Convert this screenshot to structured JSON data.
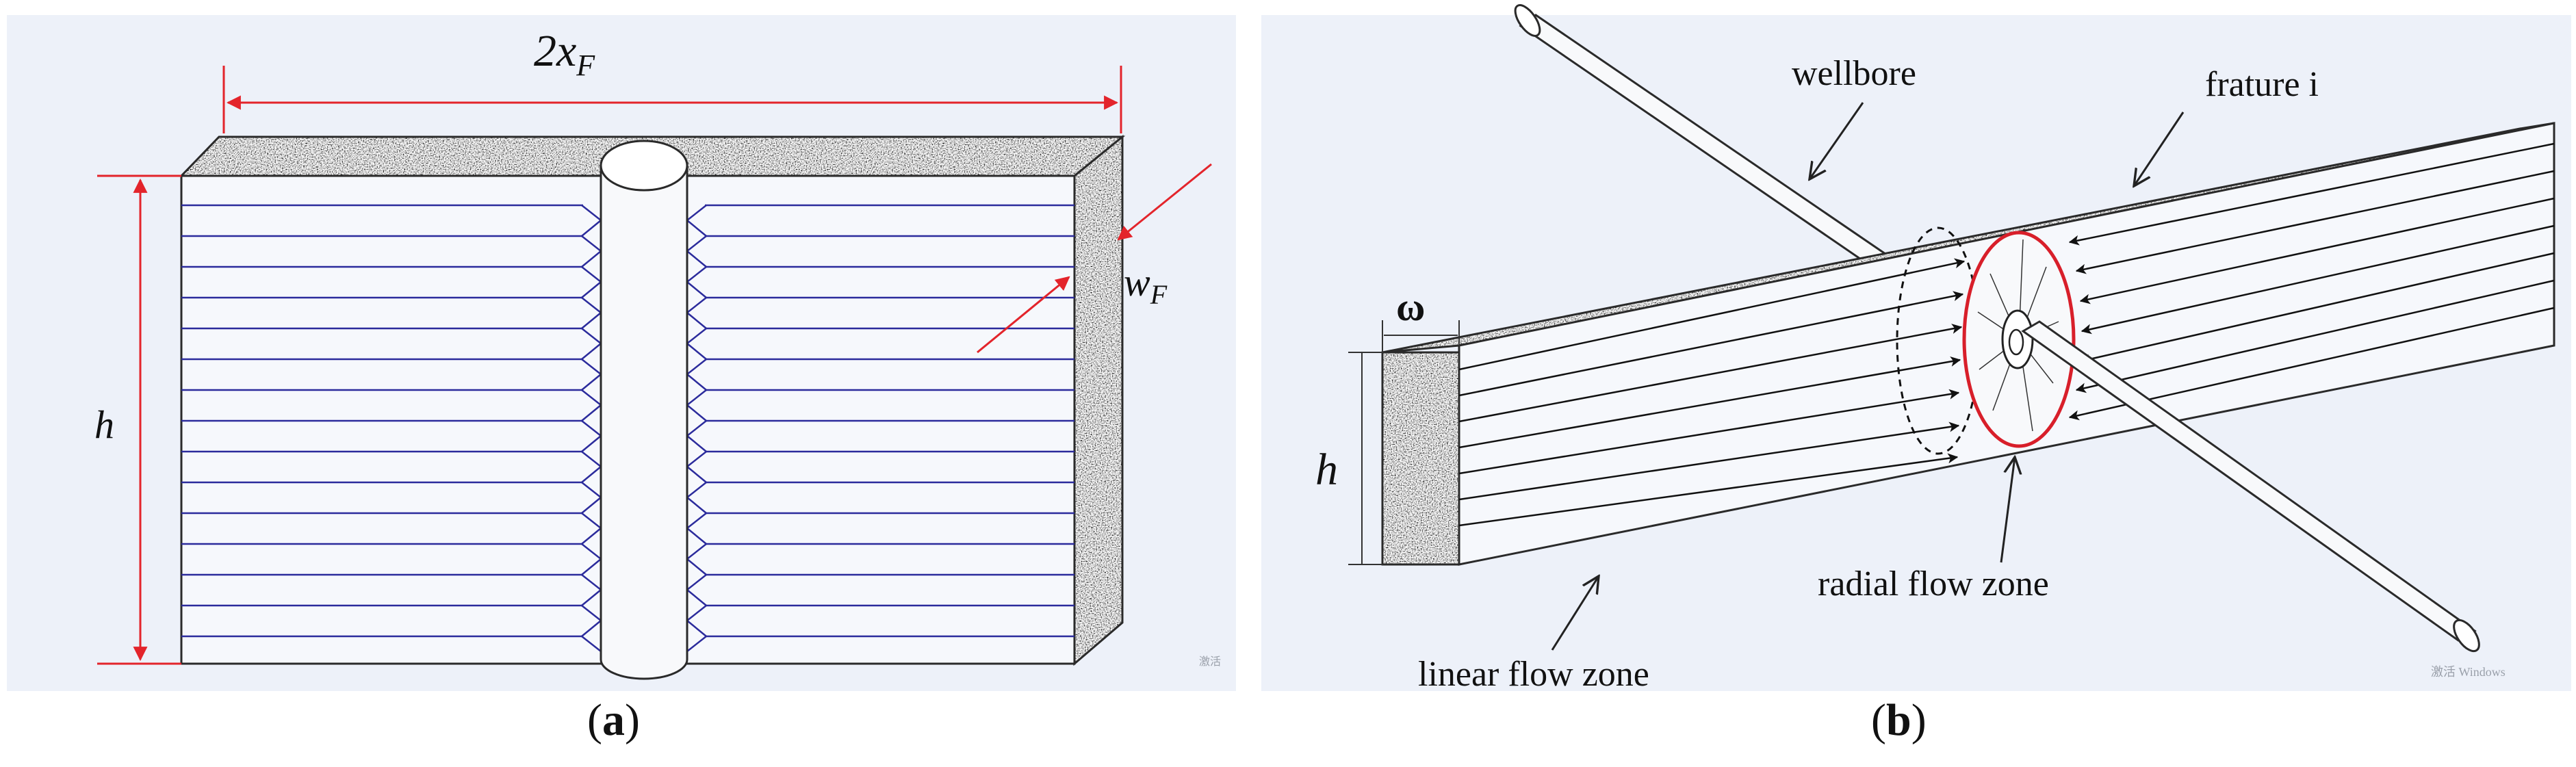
{
  "panel_a": {
    "label_width": "2x",
    "label_width_sub": "F",
    "label_height": "h",
    "label_thickness": "w",
    "label_thickness_sub": "F",
    "watermark": "激活",
    "caption_letter": "a"
  },
  "panel_b": {
    "label_omega": "ω",
    "label_height": "h",
    "label_wellbore": "wellbore",
    "label_fracture": "frature i",
    "label_radial": "radial flow zone",
    "label_linear": "linear flow zone",
    "watermark": "激活 Windows",
    "caption_letter": "b"
  },
  "colors": {
    "panel_bg": "#edf1f9",
    "dimension_red": "#e3242b",
    "flow_blue": "#2b2b9c",
    "radial_red": "#d81f2a",
    "outline": "#2a2a2a"
  }
}
